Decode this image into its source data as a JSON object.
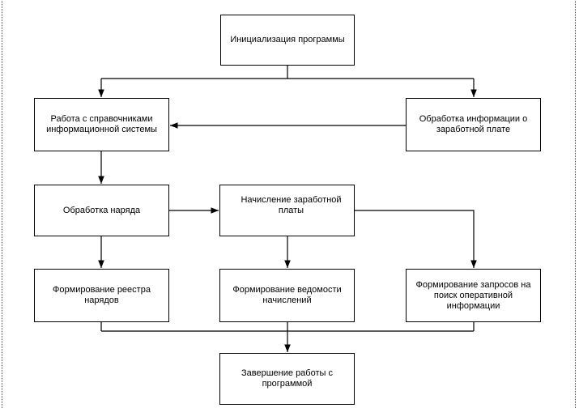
{
  "diagram": {
    "nodes": {
      "init": "Инициализация программы",
      "reference": "Работа с справочниками информационной системы",
      "salary_info": "Обработка информации о заработной плате",
      "order": "Обработка наряда",
      "accrual": "Начисление заработной платы",
      "registry": "Формирование реестра нарядов",
      "statement": "Формирование ведомости начислений",
      "queries": "Формирование запросов на поиск оперативной информации",
      "finish": "Завершение работы с программой"
    },
    "edges": [
      {
        "from": "init",
        "to": "reference"
      },
      {
        "from": "init",
        "to": "salary_info"
      },
      {
        "from": "salary_info",
        "to": "reference"
      },
      {
        "from": "reference",
        "to": "order"
      },
      {
        "from": "order",
        "to": "accrual"
      },
      {
        "from": "order",
        "to": "registry"
      },
      {
        "from": "accrual",
        "to": "statement"
      },
      {
        "from": "accrual",
        "to": "queries"
      },
      {
        "from": "registry",
        "to": "finish"
      },
      {
        "from": "statement",
        "to": "finish"
      },
      {
        "from": "queries",
        "to": "finish"
      }
    ]
  }
}
